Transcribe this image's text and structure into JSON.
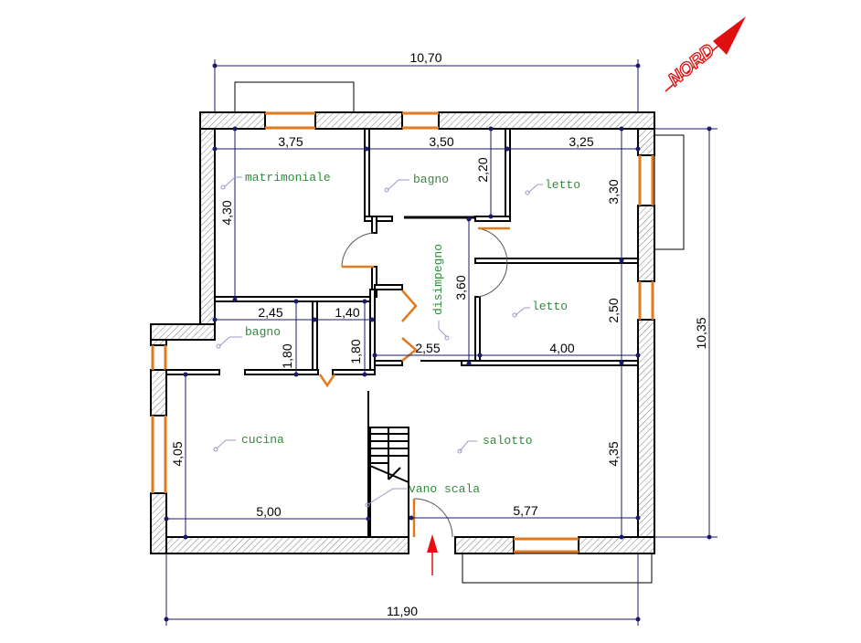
{
  "north_label": "NORD",
  "colors": {
    "dimension": "#1a1a6e",
    "room_label": "#2e8b3a",
    "window": "#e07a1f",
    "arrow": "#e01010"
  },
  "dimensions": {
    "overall_top": "10,70",
    "overall_bottom": "11,90",
    "overall_right": "10,35",
    "matrimoniale_w": "3,75",
    "bagno_w": "3,50",
    "letto_w": "3,25",
    "matrimoniale_h": "4,30",
    "bagno_h": "2,20",
    "letto_h": "3,30",
    "disimpegno_h": "3,60",
    "letto2_h": "2,50",
    "bagno2_w": "2,45",
    "ripostiglio_w": "1,40",
    "bagno2_h": "1,80",
    "ripostiglio_h": "1,80",
    "disimpegno_w": "2,55",
    "letto2_w": "4,00",
    "cucina_h": "4,05",
    "cucina_w": "5,00",
    "salotto_w": "5,77",
    "salotto_h": "4,35"
  },
  "rooms": {
    "matrimoniale": "matrimoniale",
    "bagno1": "bagno",
    "letto1": "letto",
    "disimpegno": "disimpegno",
    "letto2": "letto",
    "bagno2": "bagno",
    "cucina": "cucina",
    "salotto": "salotto",
    "vano_scala": "vano scala"
  }
}
